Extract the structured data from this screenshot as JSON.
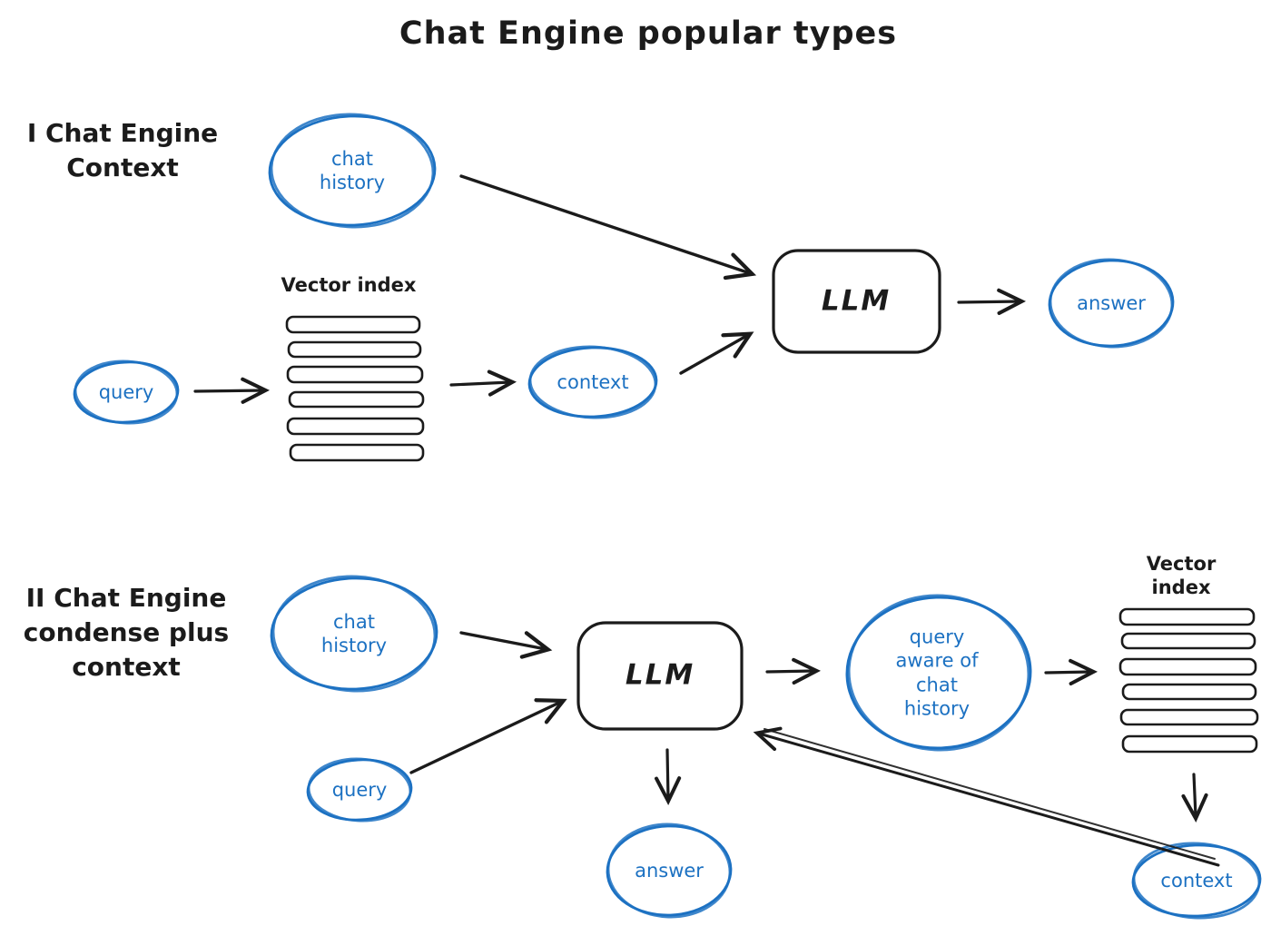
{
  "title": "Chat Engine popular types",
  "colors": {
    "blue": "#1c71c2",
    "ink": "#1b1b1b",
    "background": "#ffffff"
  },
  "section1": {
    "heading": "I Chat Engine\nContext",
    "nodes": {
      "chat_history": "chat\nhistory",
      "vector_index_label": "Vector index",
      "query": "query",
      "context": "context",
      "llm": "LLM",
      "answer": "answer"
    }
  },
  "section2": {
    "heading": "II Chat Engine\ncondense\nplus context",
    "nodes": {
      "chat_history": "chat\nhistory",
      "query": "query",
      "llm": "LLM",
      "query_aware": "query\naware of\nchat\nhistory",
      "vector_index_label": "Vector index",
      "context": "context",
      "answer": "answer"
    }
  }
}
